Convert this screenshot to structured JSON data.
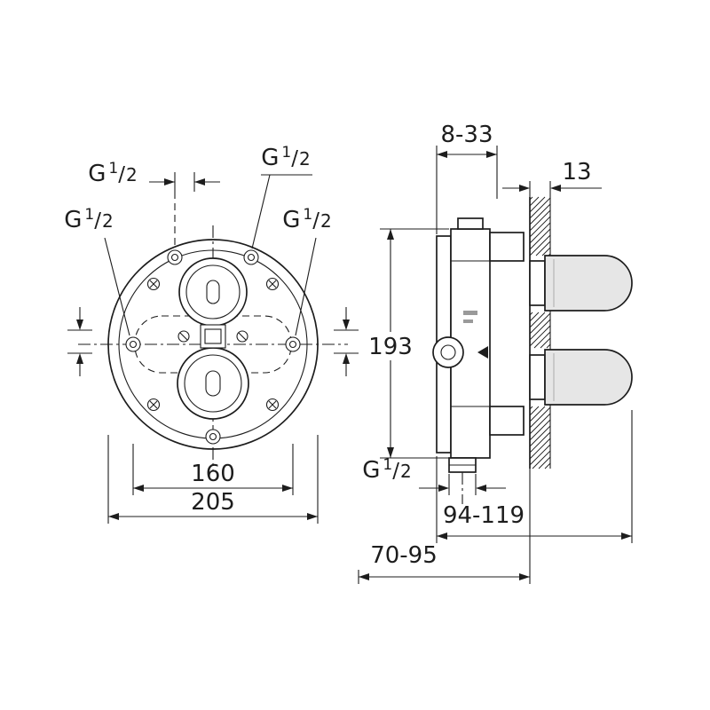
{
  "drawing": {
    "port_thread": {
      "prefix": "G",
      "numerator": "1",
      "slash": "/",
      "denominator": "2"
    },
    "dimensions": {
      "plaster_depth_range": "8-33",
      "trim_plate_thickness": "13",
      "body_height": "193",
      "port_spacing": "160",
      "plate_diameter": "205",
      "install_depth_with_handle": "94-119",
      "install_depth_body": "70-95"
    }
  }
}
